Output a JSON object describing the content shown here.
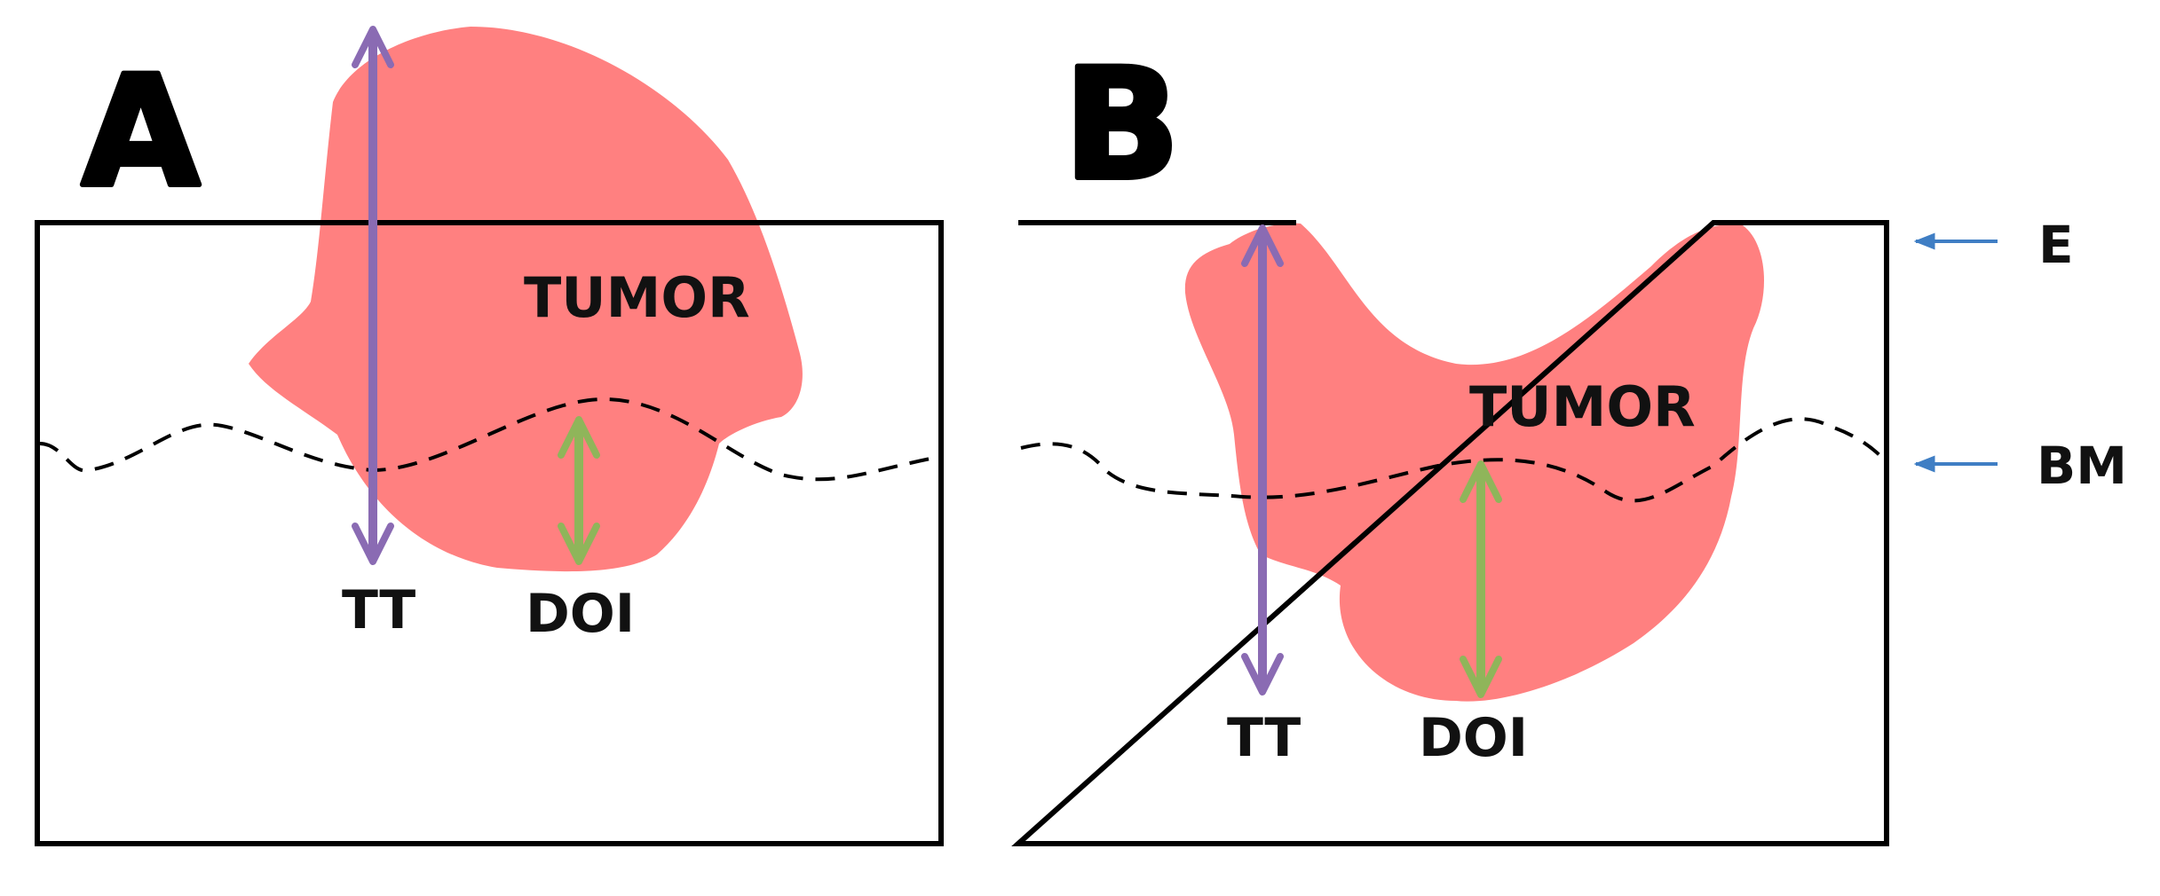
{
  "panels": [
    {
      "letter": "A",
      "tumor_label": "TUMOR",
      "tt_label": "TT",
      "doi_label": "DOI"
    },
    {
      "letter": "B",
      "tumor_label": "TUMOR",
      "tt_label": "TT",
      "doi_label": "DOI"
    }
  ],
  "side_labels": {
    "epithelium": "E",
    "basement_membrane": "BM"
  },
  "colors": {
    "tumor": "#ff8080",
    "tt_arrow": "#8a6bb3",
    "doi_arrow": "#8fb55a",
    "pointer_arrow": "#3f7ec4",
    "outline": "#000000"
  }
}
